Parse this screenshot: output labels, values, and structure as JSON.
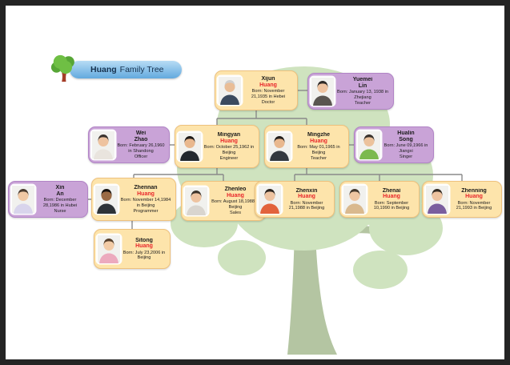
{
  "banner": {
    "title_bold": "Huang",
    "title_rest": "Family Tree"
  },
  "colors": {
    "frame": "#242424",
    "canvas_bg": "#ffffff",
    "card_orange_bg": "#fde4ab",
    "card_orange_border": "#eec17d",
    "card_purple_bg": "#c9a3d7",
    "card_purple_border": "#b184c6",
    "surname_highlight": "#e8262a",
    "connector": "#8a8a8a",
    "banner_blue_light": "#b7dcf5",
    "banner_blue": "#62a9de",
    "banner_text": "#16324f",
    "tree_foliage": "#cfe3bf",
    "tree_trunk": "#b4c5a2",
    "logo_green": "#6fbf44",
    "logo_green_dark": "#57a636",
    "logo_trunk": "#a53d28"
  },
  "people": [
    {
      "id": "xijun",
      "first_name": "Xijun",
      "last_name": "Huang",
      "surname_highlight": true,
      "born": "Born: November 21,1935 in Hebei",
      "occupation": "Doctor",
      "card_color": "orange",
      "photo": "elderly-man-portrait",
      "photo_colors": {
        "skin": "#e9bd96",
        "hair": "#cfcfcf",
        "shirt": "#3b4a5e"
      }
    },
    {
      "id": "yuemei",
      "first_name": "Yuemei",
      "last_name": "Lin",
      "surname_highlight": false,
      "born": "Born: January 13, 1938 in Zhejiang",
      "occupation": "Teacher",
      "card_color": "purple",
      "photo": "woman-portrait",
      "photo_colors": {
        "skin": "#eec3a0",
        "hair": "#2e2a28",
        "shirt": "#5a5550"
      }
    },
    {
      "id": "wei",
      "first_name": "Wei",
      "last_name": "Zhao",
      "surname_highlight": false,
      "born": "Born: February 26,1960 in Shandong",
      "occupation": "Officer",
      "card_color": "purple",
      "photo": "woman-portrait",
      "photo_colors": {
        "skin": "#eec3a0",
        "hair": "#3a332e",
        "shirt": "#e9e4de"
      }
    },
    {
      "id": "mingyan",
      "first_name": "Mingyan",
      "last_name": "Huang",
      "surname_highlight": true,
      "born": "Born: October 25,1962 in Beijing",
      "occupation": "Engineer",
      "card_color": "orange",
      "photo": "man-suit-portrait",
      "photo_colors": {
        "skin": "#e9b88e",
        "hair": "#1f1b18",
        "shirt": "#23282e"
      }
    },
    {
      "id": "mingzhe",
      "first_name": "Mingzhe",
      "last_name": "Huang",
      "surname_highlight": true,
      "born": "Born: May 01,1965 in Beijing",
      "occupation": "Teacher",
      "card_color": "orange",
      "photo": "man-suit-portrait",
      "photo_colors": {
        "skin": "#e9b88e",
        "hair": "#24201c",
        "shirt": "#33383e"
      }
    },
    {
      "id": "hualin",
      "first_name": "Hualin",
      "last_name": "Song",
      "surname_highlight": false,
      "born": "Born: June 09,1966 in Jiangxi",
      "occupation": "Singer",
      "card_color": "purple",
      "photo": "person-green-shirt-portrait",
      "photo_colors": {
        "skin": "#ecc29c",
        "hair": "#39322c",
        "shirt": "#7cb94e"
      }
    },
    {
      "id": "xin",
      "first_name": "Xin",
      "last_name": "An",
      "surname_highlight": false,
      "born": "Born: December 28,1986 in Hubei",
      "occupation": "Nurse",
      "card_color": "purple",
      "photo": "woman-portrait",
      "photo_colors": {
        "skin": "#f0c8a4",
        "hair": "#4a3c30",
        "shirt": "#d8d4ec"
      }
    },
    {
      "id": "zhennan",
      "first_name": "Zhennan",
      "last_name": "Huang",
      "surname_highlight": true,
      "born": "Born: November 14,1984 in Beijing",
      "occupation": "Programmer",
      "card_color": "orange",
      "photo": "man-suit-portrait",
      "photo_colors": {
        "skin": "#9a6a44",
        "hair": "#17120e",
        "shirt": "#2e3338"
      }
    },
    {
      "id": "zhenleo",
      "first_name": "Zhenleo",
      "last_name": "Huang",
      "surname_highlight": true,
      "born": "Born: August 18,1988 in Beijing",
      "occupation": "Sales",
      "card_color": "orange",
      "photo": "woman-portrait",
      "photo_colors": {
        "skin": "#eec3a0",
        "hair": "#3c342c",
        "shirt": "#d9d5cf"
      }
    },
    {
      "id": "zhenxin",
      "first_name": "Zhenxin",
      "last_name": "Huang",
      "surname_highlight": true,
      "born": "Born: November 21,1988 in Beijing",
      "occupation": "",
      "card_color": "orange",
      "photo": "woman-orange-top-portrait",
      "photo_colors": {
        "skin": "#eec3a0",
        "hair": "#2e2620",
        "shirt": "#e2633c"
      }
    },
    {
      "id": "zhenai",
      "first_name": "Zhenai",
      "last_name": "Huang",
      "surname_highlight": true,
      "born": "Born: September 10,1990 in Beijing",
      "occupation": "",
      "card_color": "orange",
      "photo": "woman-portrait",
      "photo_colors": {
        "skin": "#efc6a2",
        "hair": "#463a2e",
        "shirt": "#d9b98e"
      }
    },
    {
      "id": "zhenning",
      "first_name": "Zhenning",
      "last_name": "Huang",
      "surname_highlight": true,
      "born": "Born: November 21,1993 in Beijing",
      "occupation": "",
      "card_color": "orange",
      "photo": "woman-purple-top-portrait",
      "photo_colors": {
        "skin": "#eec3a0",
        "hair": "#352c24",
        "shirt": "#7a5e9e"
      }
    },
    {
      "id": "sitong",
      "first_name": "Sitong",
      "last_name": "Huang",
      "surname_highlight": true,
      "born": "Born: July 23,2006 in Beijing",
      "occupation": "",
      "card_color": "orange",
      "photo": "girl-pink-top-portrait",
      "photo_colors": {
        "skin": "#f2cba6",
        "hair": "#58422e",
        "shirt": "#ecaabe"
      }
    }
  ]
}
